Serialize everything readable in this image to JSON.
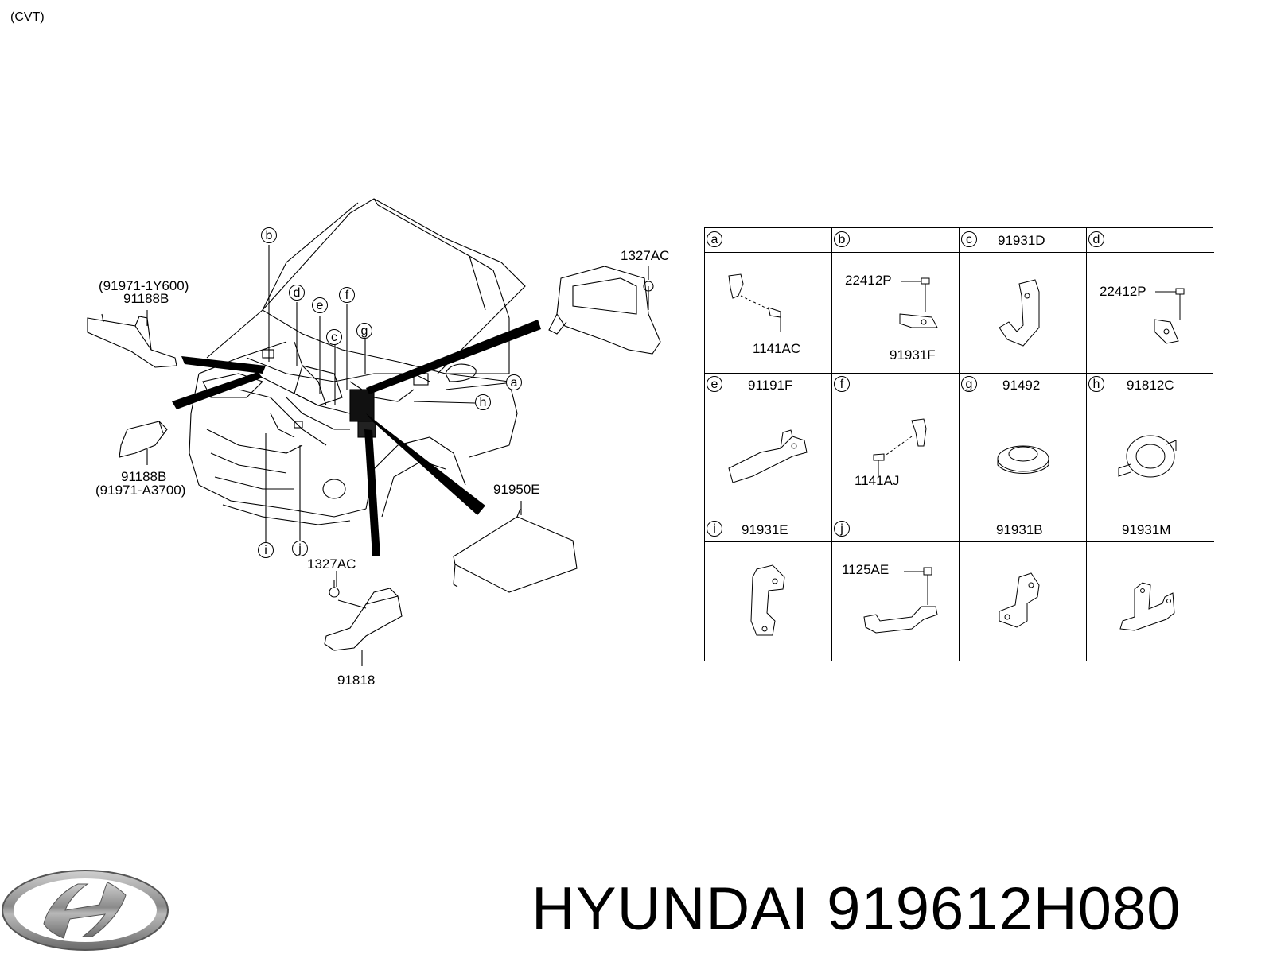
{
  "variant_label": "(CVT)",
  "main_callouts": {
    "b": "b",
    "d": "d",
    "e": "e",
    "f": "f",
    "c": "c",
    "g": "g",
    "a": "a",
    "h": "h",
    "i": "i",
    "j": "j"
  },
  "main_parts": {
    "p_91971_1y600": "(91971-1Y600)",
    "p_91188b_top": "91188B",
    "p_91188b_bottom": "91188B",
    "p_91971_a3700": "(91971-A3700)",
    "p_1327ac_top": "1327AC",
    "p_1327ac_bottom": "1327AC",
    "p_91950e": "91950E",
    "p_91818": "91818"
  },
  "grid": {
    "cells": [
      {
        "letter": "a",
        "part": "",
        "inner": [
          "1141AC"
        ]
      },
      {
        "letter": "b",
        "part": "",
        "inner": [
          "22412P",
          "91931F"
        ]
      },
      {
        "letter": "c",
        "part": "91931D",
        "inner": []
      },
      {
        "letter": "d",
        "part": "",
        "inner": [
          "22412P"
        ]
      },
      {
        "letter": "e",
        "part": "91191F",
        "inner": []
      },
      {
        "letter": "f",
        "part": "",
        "inner": [
          "1141AJ"
        ]
      },
      {
        "letter": "g",
        "part": "91492",
        "inner": []
      },
      {
        "letter": "h",
        "part": "91812C",
        "inner": []
      },
      {
        "letter": "i",
        "part": "91931E",
        "inner": []
      },
      {
        "letter": "j",
        "part": "",
        "inner": [
          "1125AE"
        ]
      },
      {
        "letter": "",
        "part": "91931B",
        "inner": []
      },
      {
        "letter": "",
        "part": "91931M",
        "inner": []
      }
    ]
  },
  "brand": {
    "name": "HYUNDAI",
    "part_number": "919612H080"
  }
}
